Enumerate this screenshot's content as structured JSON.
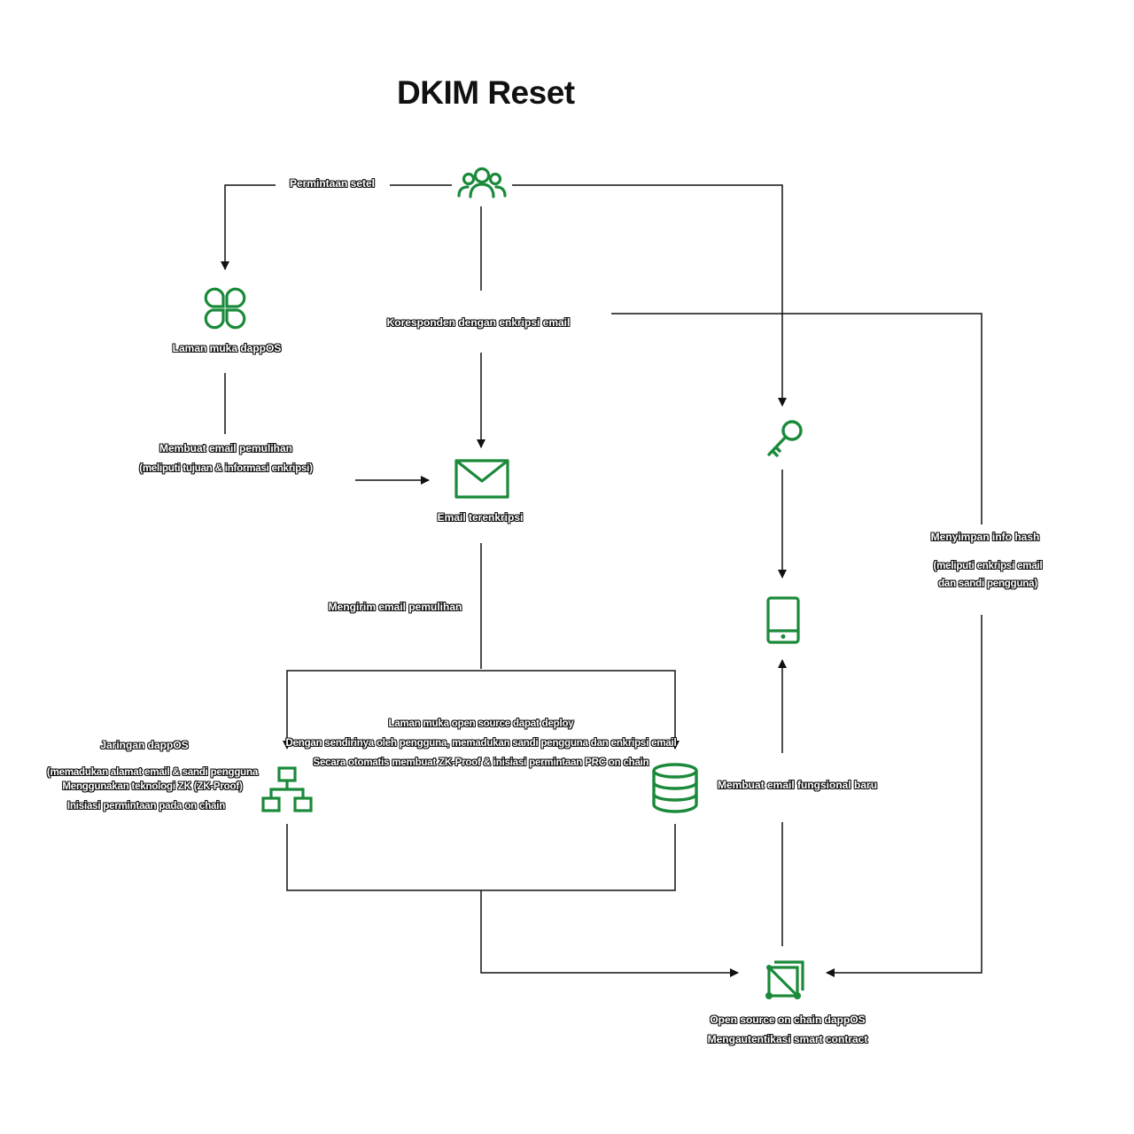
{
  "title": "DKIM Reset",
  "colors": {
    "accent": "#1a8a3a",
    "line": "#111111"
  },
  "icons": {
    "users": "users-icon",
    "dappos": "clover-icon",
    "email": "envelope-icon",
    "key": "key-icon",
    "phone": "phone-icon",
    "network": "network-icon",
    "database": "database-icon",
    "contract": "crop-square-icon"
  },
  "labels": {
    "reset_request": "Permintaan setel",
    "encrypted_correspondence": "Koresponden dengan enkripsi email",
    "dappos_homepage": "Laman muka dappOS",
    "create_recovery_email": "Membuat email pemulihan",
    "create_recovery_email_note": "(meliputi tujuan & informasi enkripsi)",
    "encrypted_email": "Email terenkripsi",
    "send_recovery_email": "Mengirim email pemulihan",
    "store_hash_info": "Menyimpan info hash",
    "store_hash_info_note": [
      "(meliputi enkripsi email",
      "dan sandi pengguna)"
    ],
    "open_source_frontend": [
      "Laman muka open source dapat deploy",
      "Dengan sendirinya oleh pengguna, memadukan sandi pengguna dan enkripsi email",
      "Secara otomatis membuat ZK-Proof & inisiasi permintaan PRC on chain"
    ],
    "dappos_network": "Jaringan dappOS",
    "dappos_network_note": [
      "(memadukan alamat email & sandi pengguna",
      "Menggunakan teknologi ZK (ZK-Proof)",
      "Inisiasi permintaan pada on chain"
    ],
    "create_new_email": "Membuat email fungsional baru",
    "onchain_contract": [
      "Open source on chain dappOS",
      "Mengautentikasi smart contract"
    ]
  }
}
